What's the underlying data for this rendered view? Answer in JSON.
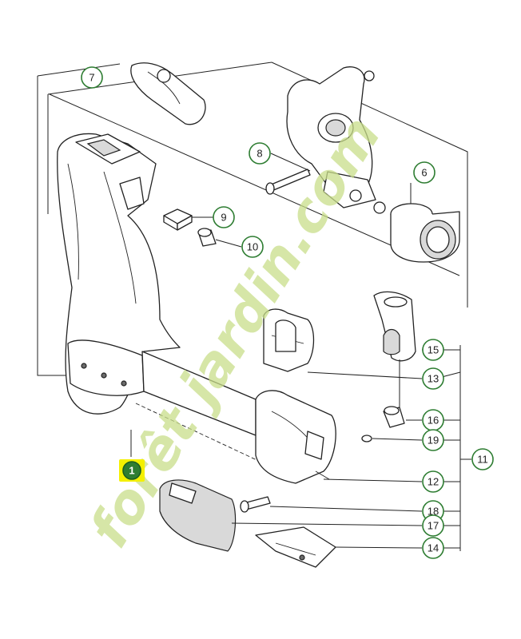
{
  "diagram": {
    "watermark": "forêt jardin.com",
    "highlight_color": "#f4f000",
    "callout_color": "#2e7d32",
    "callouts": [
      {
        "id": "c7",
        "label": "7"
      },
      {
        "id": "c8",
        "label": "8"
      },
      {
        "id": "c6",
        "label": "6"
      },
      {
        "id": "c9",
        "label": "9"
      },
      {
        "id": "c10",
        "label": "10"
      },
      {
        "id": "c15",
        "label": "15"
      },
      {
        "id": "c13",
        "label": "13"
      },
      {
        "id": "c16",
        "label": "16"
      },
      {
        "id": "c19",
        "label": "19"
      },
      {
        "id": "c11",
        "label": "11"
      },
      {
        "id": "c1",
        "label": "1"
      },
      {
        "id": "c12",
        "label": "12"
      },
      {
        "id": "c18",
        "label": "18"
      },
      {
        "id": "c17",
        "label": "17"
      },
      {
        "id": "c14",
        "label": "14"
      }
    ]
  }
}
